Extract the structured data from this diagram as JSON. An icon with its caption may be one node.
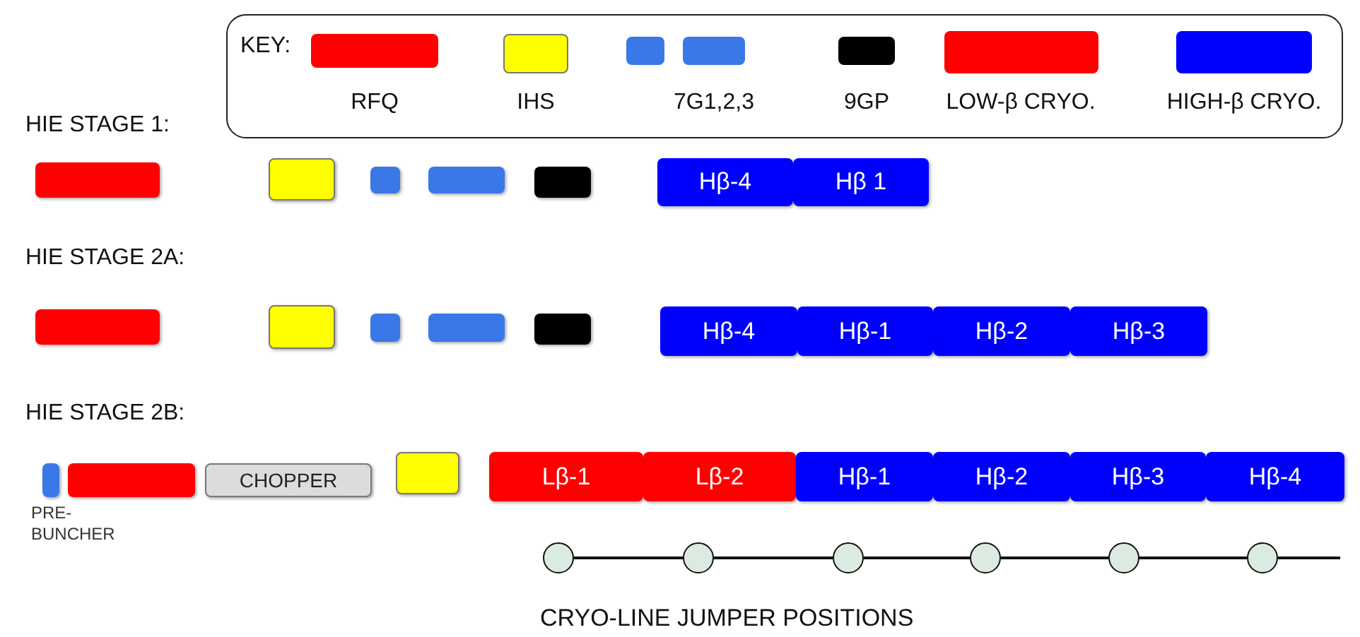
{
  "diagram": {
    "nodes": [
      {
        "text": [],
        "shape": "box"
      },
      {
        "text": [],
        "shape": "box"
      },
      {
        "text": [],
        "shape": "box"
      },
      {
        "text": [],
        "shape": "box"
      },
      {
        "text": [],
        "shape": "box"
      },
      {
        "text": [
          "Hβ-4"
        ]
      },
      {
        "text": [
          "Hβ 1"
        ]
      },
      {
        "text": [],
        "shape": "box"
      },
      {
        "text": [],
        "shape": "box"
      },
      {
        "text": [],
        "shape": "box"
      },
      {
        "text": [],
        "shape": "box"
      },
      {
        "text": [],
        "shape": "box"
      },
      {
        "text": [
          "Hβ-4"
        ]
      },
      {
        "text": [
          "Hβ-1"
        ]
      },
      {
        "text": [
          "Hβ-2"
        ]
      },
      {
        "text": [
          "Hβ-3"
        ]
      },
      {
        "text": [],
        "shape": "box",
        "beside": [
          "PRE- BUNCHER"
        ]
      },
      {
        "text": [],
        "shape": "box"
      },
      {
        "text": [
          "CHOPPER"
        ]
      },
      {
        "text": [],
        "shape": "box"
      },
      {
        "text": [
          "Lβ-1"
        ]
      },
      {
        "text": [
          "Lβ-2"
        ]
      },
      {
        "text": [
          "Hβ-1"
        ]
      },
      {
        "text": [
          "Hβ-2"
        ]
      },
      {
        "text": [
          "Hβ-3"
        ]
      },
      {
        "text": [
          "Hβ-4"
        ]
      },
      {
        "text": [],
        "shape": "circle"
      },
      {
        "text": [],
        "shape": "circle"
      },
      {
        "text": [],
        "shape": "circle"
      },
      {
        "text": [],
        "shape": "circle"
      },
      {
        "text": [],
        "shape": "circle"
      },
      {
        "text": [],
        "shape": "circle"
      }
    ],
    "edges": [
      {
        "from": 26,
        "to": 27,
        "arrow": "none"
      },
      {
        "from": 27,
        "to": 28,
        "arrow": "none"
      },
      {
        "from": 28,
        "to": 29,
        "arrow": "none"
      },
      {
        "from": 29,
        "to": 30,
        "arrow": "none"
      },
      {
        "from": 30,
        "to": 31,
        "arrow": "none"
      },
      {
        "from": 31,
        "to": null,
        "arrow": "none"
      }
    ],
    "labels": [
      "KEY:",
      "HIE STAGE 1:",
      "HIE STAGE 2A:",
      "HIE STAGE 2B:",
      "CRYO-LINE JUMPER POSITIONS"
    ],
    "legend": [
      {
        "text": "RFQ",
        "color": "#ff0000"
      },
      {
        "text": "IHS",
        "color": "#ffff00"
      },
      {
        "text": "7G1,2,3",
        "color": "#3a78e8"
      },
      {
        "text": "9GP",
        "color": "#000000"
      },
      {
        "text": "LOW-β CRYO.",
        "color": "#ff0000"
      },
      {
        "text": "HIGH-β CRYO.",
        "color": "#0000ff"
      }
    ]
  }
}
